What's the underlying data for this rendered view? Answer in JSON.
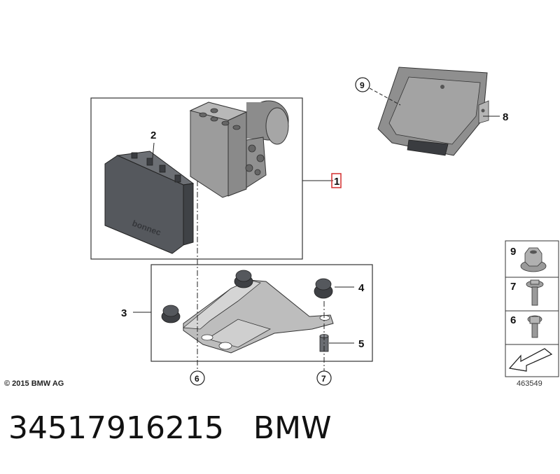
{
  "callouts": {
    "c1": "1",
    "c2": "2",
    "c3": "3",
    "c4": "4",
    "c5": "5",
    "c6": "6",
    "c7": "7",
    "c8": "8",
    "c9": "9"
  },
  "fastener_panel": {
    "items": [
      {
        "number": "9",
        "icon": "nut-icon"
      },
      {
        "number": "7",
        "icon": "bolt-icon"
      },
      {
        "number": "6",
        "icon": "screw-icon"
      }
    ],
    "direction_icon": "arrow-icon"
  },
  "unit_label": "bonnec",
  "copyright": "© 2015 BMW AG",
  "diagram_number": "463549",
  "part_number": "34517916215",
  "brand": "BMW",
  "colors": {
    "highlight_box": "#d32f2f",
    "part_gray": "#9a9a9a",
    "part_dark": "#4a4d52"
  }
}
